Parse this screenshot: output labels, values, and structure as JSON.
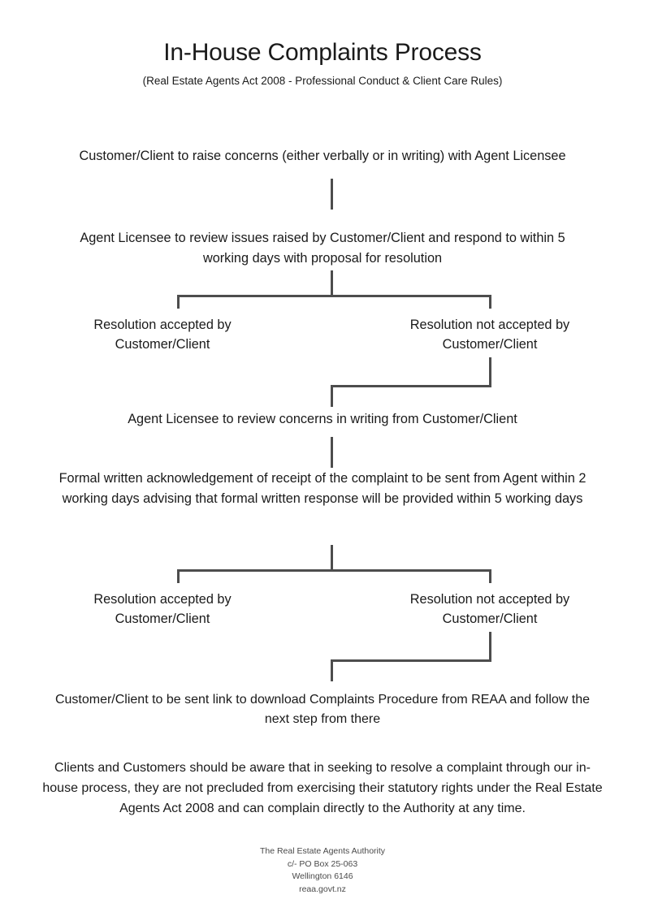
{
  "document": {
    "title": "In-House Complaints Process",
    "subtitle": "(Real Estate Agents Act 2008 - Professional Conduct & Client Care Rules)"
  },
  "flow": {
    "step1": "Customer/Client to raise concerns (either verbally or in writing) with Agent Licensee",
    "step2": "Agent Licensee to review issues raised by Customer/Client and respond to within 5 working days with proposal for resolution",
    "branch1": {
      "accepted": "Resolution accepted by Customer/Client",
      "not_accepted": "Resolution not accepted by Customer/Client"
    },
    "step3": "Agent Licensee to review concerns in writing from Customer/Client",
    "step4": "Formal written acknowledgement of receipt of the complaint to be sent from Agent within 2 working days advising that formal written response will be provided within 5 working days",
    "branch2": {
      "accepted": "Resolution accepted by Customer/Client",
      "not_accepted": "Resolution not accepted by Customer/Client"
    },
    "step5": "Customer/Client to be sent link to download Complaints Procedure from REAA and follow the next step from there"
  },
  "disclaimer": "Clients and Customers should be aware that in seeking to resolve a complaint through our in-house process, they are not precluded from exercising their statutory rights under the Real Estate Agents Act 2008 and can complain directly to the Authority at any time.",
  "footer": {
    "line1": "The Real Estate Agents Authority",
    "line2": "c/- PO Box 25-063",
    "line3": "Wellington 6146",
    "line4": "reaa.govt.nz"
  },
  "style": {
    "connector_color": "#4d4d4d",
    "text_color": "#1a1a1a",
    "background": "#ffffff"
  }
}
